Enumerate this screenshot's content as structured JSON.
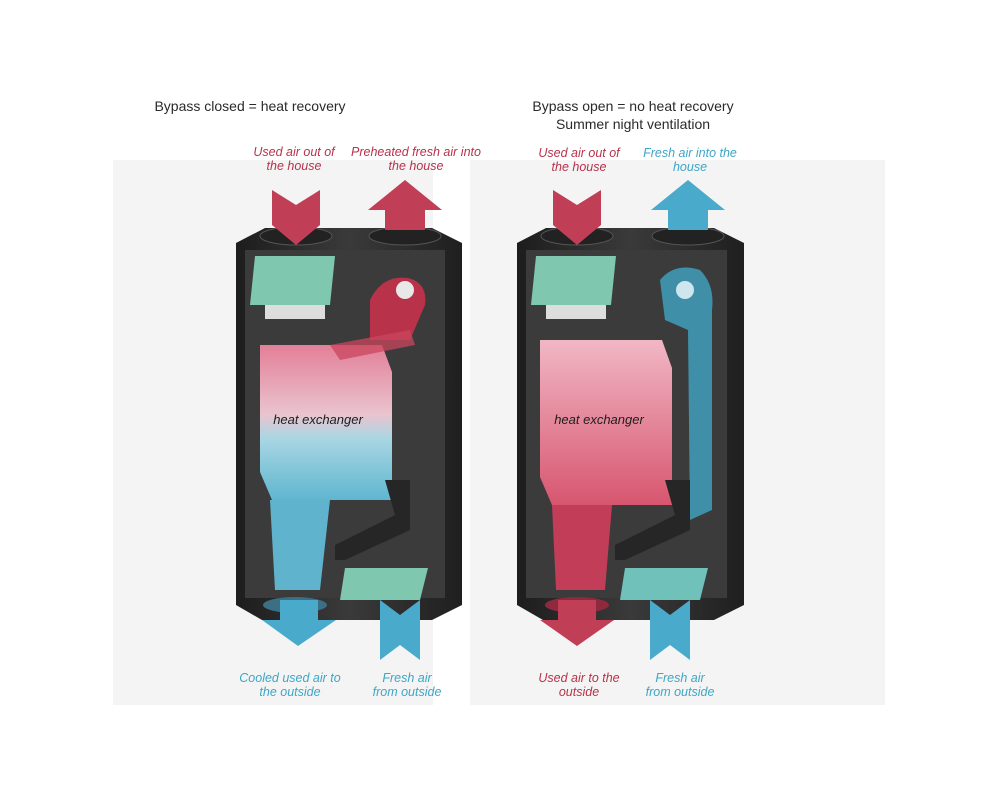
{
  "left": {
    "title": "Bypass closed = heat recovery",
    "top_left_label": [
      "Used air out of",
      "the house"
    ],
    "top_right_label": [
      "Preheated fresh air into",
      "the house"
    ],
    "exchanger_label": "heat exchanger",
    "bottom_left_label": [
      "Cooled used air to",
      "the outside"
    ],
    "bottom_right_label": [
      "Fresh air",
      "from outside"
    ]
  },
  "right": {
    "title_line1": "Bypass open = no heat recovery",
    "title_line2": "Summer night ventilation",
    "top_left_label": [
      "Used air out of",
      "the house"
    ],
    "top_right_label": [
      "Fresh air into the",
      "house"
    ],
    "exchanger_label": "heat exchanger",
    "bottom_left_label": [
      "Used air to the",
      "outside"
    ],
    "bottom_right_label": [
      "Fresh air",
      "from outside"
    ]
  },
  "colors": {
    "warm_air": "#b8324a",
    "cool_air": "#3ea6c6",
    "housing": "#2c2c2c",
    "filter": "#7fc7ae"
  }
}
